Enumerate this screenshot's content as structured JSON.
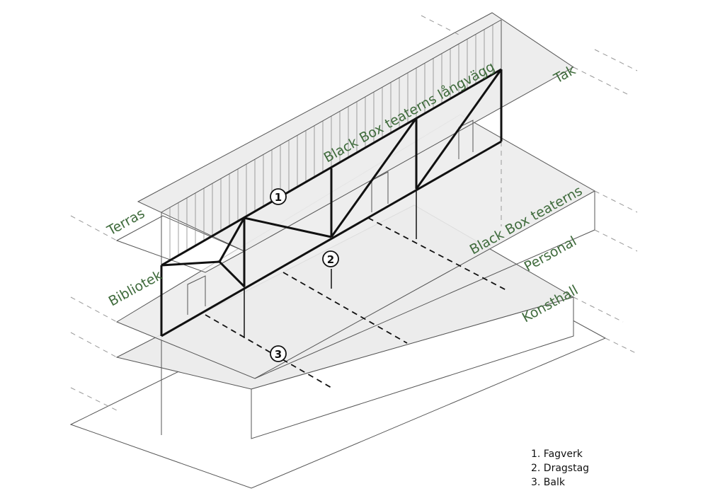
{
  "labels": {
    "tak": "Tak",
    "langvagg": "Black Box teaterns långvägg",
    "terras": "Terras",
    "blackbox": "Black Box teaterns",
    "personal": "Personal",
    "bibliotek": "Bibliotek",
    "konsthall": "Konsthall"
  },
  "markers": {
    "m1": "1",
    "m2": "2",
    "m3": "3"
  },
  "legend": {
    "item1": "1. Fagverk",
    "item2": "2. Dragstag",
    "item3": "3. Balk"
  },
  "colors": {
    "label_green": "#3f6b3c",
    "floor_fill": "#ececec",
    "line": "#555555",
    "truss": "#111111"
  }
}
